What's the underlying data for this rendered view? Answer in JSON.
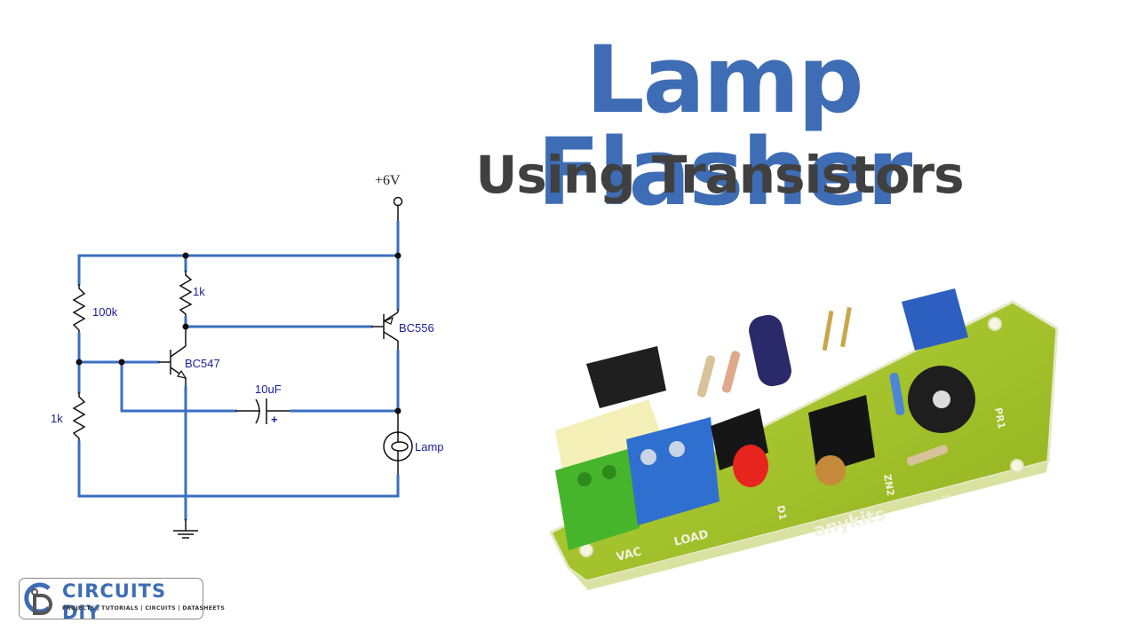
{
  "title": {
    "main": "Lamp Flasher",
    "sub": "Using Transistors"
  },
  "colors": {
    "title_blue": "#3e6db5",
    "subtitle_gray": "#404040",
    "wire_blue": "#3a6fc0",
    "label_navy": "#1c1c9c"
  },
  "schematic": {
    "supply_label": "+6V",
    "components": {
      "r_bias_top": "100k",
      "r_bias_bottom": "1k",
      "r_collector": "1k",
      "q_npn": "BC547",
      "q_pnp": "BC556",
      "capacitor": "10uF",
      "capacitor_polarity": "+",
      "lamp": "Lamp"
    }
  },
  "product_photo": {
    "brand": "anykits",
    "brand_mark": "TM",
    "terminal_labels": [
      "VAC",
      "LOAD"
    ],
    "silkscreen": [
      "PR1",
      "ZN2",
      "D1"
    ]
  },
  "logo": {
    "name": "CIRCUITS DIY",
    "tagline": "PROJECTS | TUTORIALS | CIRCUITS | DATASHEETS"
  }
}
